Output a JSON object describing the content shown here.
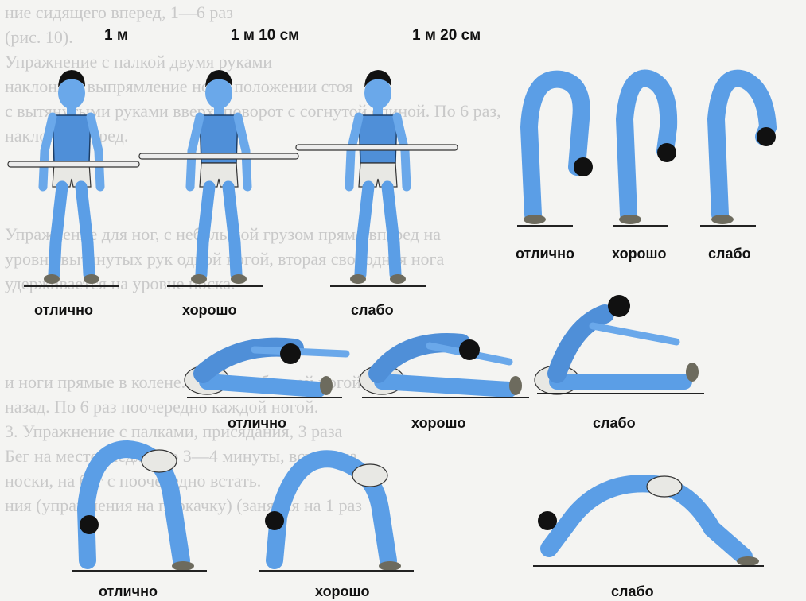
{
  "heights": {
    "h1": "1 м",
    "h2": "1 м 10 см",
    "h3": "1 м 20 см"
  },
  "ratings": {
    "excellent": "отлично",
    "good": "хорошо",
    "weak": "слабо"
  },
  "background_text": [
    "ние сидящего вперед, 1—6 раз",
    "(рис. 10).",
    "Упражнение с палкой двумя руками",
    "наклоны и выпрямление ног в положении стоя",
    "с вытянутыми руками вверх, поворот с согнутой спиной. По 6 раз,",
    "наклоны вперед.",
    "",
    "",
    "",
    "Упражнение для ног, с небольшой грузом прямо вперед на",
    "уровне вытянутых рук одной ногой, вторая свободная нога",
    "удерживается на уровне носка.",
    "",
    "",
    "",
    "и ноги прямые в колене. Махи свободной ногой",
    "назад. По 6 раз поочередно каждой ногой.",
    "3. Упражнение с палками, присядания, 3 раза",
    "Бег на месте, медленно 3—4 минуты, встать на",
    "носки, на бег с поочередно встать.",
    "ния (упражнения на прокачку) (занятия на 1 раз"
  ],
  "colors": {
    "shirt": "#4f8fd8",
    "body": "#5b9ee6",
    "skin": "#6aa8ea",
    "hair": "#111111",
    "shorts": "#e8e8e4",
    "shoe": "#6d6b5e",
    "stick": "#ededed"
  }
}
